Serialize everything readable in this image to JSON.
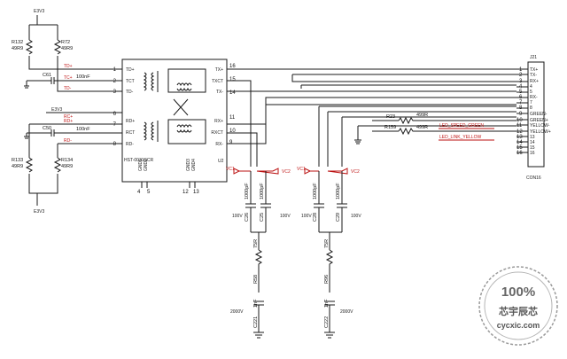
{
  "power": {
    "e3v3": "E3V3",
    "vc1": "VC1",
    "vc2": "VC2"
  },
  "resistors": {
    "r132": {
      "ref": "R132",
      "val": "49R9"
    },
    "r72": {
      "ref": "R72",
      "val": "49R9"
    },
    "r133": {
      "ref": "R133",
      "val": "49R9"
    },
    "r134": {
      "ref": "R134",
      "val": "49R9"
    },
    "r23": {
      "ref": "R23",
      "val": "499R"
    },
    "r159": {
      "ref": "R159",
      "val": "499R"
    },
    "r_left": {
      "ref": "R58",
      "val": "75R"
    },
    "r_right": {
      "ref": "R96",
      "val": "75R"
    }
  },
  "caps": {
    "c61": {
      "ref": "C61",
      "val": "100nF"
    },
    "c50": {
      "ref": "C50",
      "val": "100nF"
    },
    "c1": {
      "ref": "C26",
      "val": "1000pF",
      "v": "100V"
    },
    "c2": {
      "ref": "C25",
      "val": "1000pF",
      "v": "100V"
    },
    "c3": {
      "ref": "C28",
      "val": "1000pF",
      "v": "100V"
    },
    "c4": {
      "ref": "C29",
      "val": "1000pF",
      "v": "100V"
    },
    "c5": {
      "ref": "C221",
      "val": "1nF",
      "v": "2000V"
    },
    "c6": {
      "ref": "C222",
      "val": "1nF",
      "v": "2000V"
    }
  },
  "nets": {
    "tx_p": "TD+",
    "tx_ct": "TC+",
    "tx_n": "TD-",
    "rx_ct": "RC+",
    "rx_p": "RD+",
    "rx_n": "RD-",
    "led_speed": "LED_SPEED_GREEN",
    "led_link": "LED_LINK_YELLOW"
  },
  "transformer": {
    "ref": "U2",
    "part": "HST-0031SCR",
    "left_pins": [
      {
        "num": "1",
        "name": "TD+"
      },
      {
        "num": "2",
        "name": "TCT"
      },
      {
        "num": "3",
        "name": "TD-"
      },
      {
        "num": "6",
        "name": "RD+"
      },
      {
        "num": "7",
        "name": "RCT"
      },
      {
        "num": "8",
        "name": "RD-"
      }
    ],
    "right_pins": [
      {
        "num": "16",
        "name": "TX+"
      },
      {
        "num": "15",
        "name": "TXCT"
      },
      {
        "num": "14",
        "name": "TX-"
      },
      {
        "num": "11",
        "name": "RX+"
      },
      {
        "num": "10",
        "name": "RXCT"
      },
      {
        "num": "9",
        "name": "RX-"
      }
    ],
    "gnd_pins": [
      {
        "num": "4",
        "name": "GND1"
      },
      {
        "num": "5",
        "name": "GND2"
      },
      {
        "num": "12",
        "name": "GND3"
      },
      {
        "num": "13",
        "name": "GND4"
      }
    ]
  },
  "connector": {
    "ref": "J21",
    "part": "CON16",
    "pins": [
      {
        "num": "1",
        "name": "TX+"
      },
      {
        "num": "2",
        "name": "TX-"
      },
      {
        "num": "3",
        "name": "RX+"
      },
      {
        "num": "4",
        "name": "4"
      },
      {
        "num": "5",
        "name": "5"
      },
      {
        "num": "6",
        "name": "RX-"
      },
      {
        "num": "7",
        "name": "7"
      },
      {
        "num": "8",
        "name": "8"
      },
      {
        "num": "9",
        "name": "GREEN-"
      },
      {
        "num": "10",
        "name": "GREEN+"
      },
      {
        "num": "11",
        "name": "YELLOW-"
      },
      {
        "num": "12",
        "name": "YELLOW+"
      },
      {
        "num": "13",
        "name": "13"
      },
      {
        "num": "14",
        "name": "14"
      },
      {
        "num": "15",
        "name": "15"
      },
      {
        "num": "16",
        "name": "16"
      }
    ]
  },
  "watermark": {
    "badge": "100%",
    "cn": "芯宇辰芯",
    "site": "cycxic.com"
  }
}
